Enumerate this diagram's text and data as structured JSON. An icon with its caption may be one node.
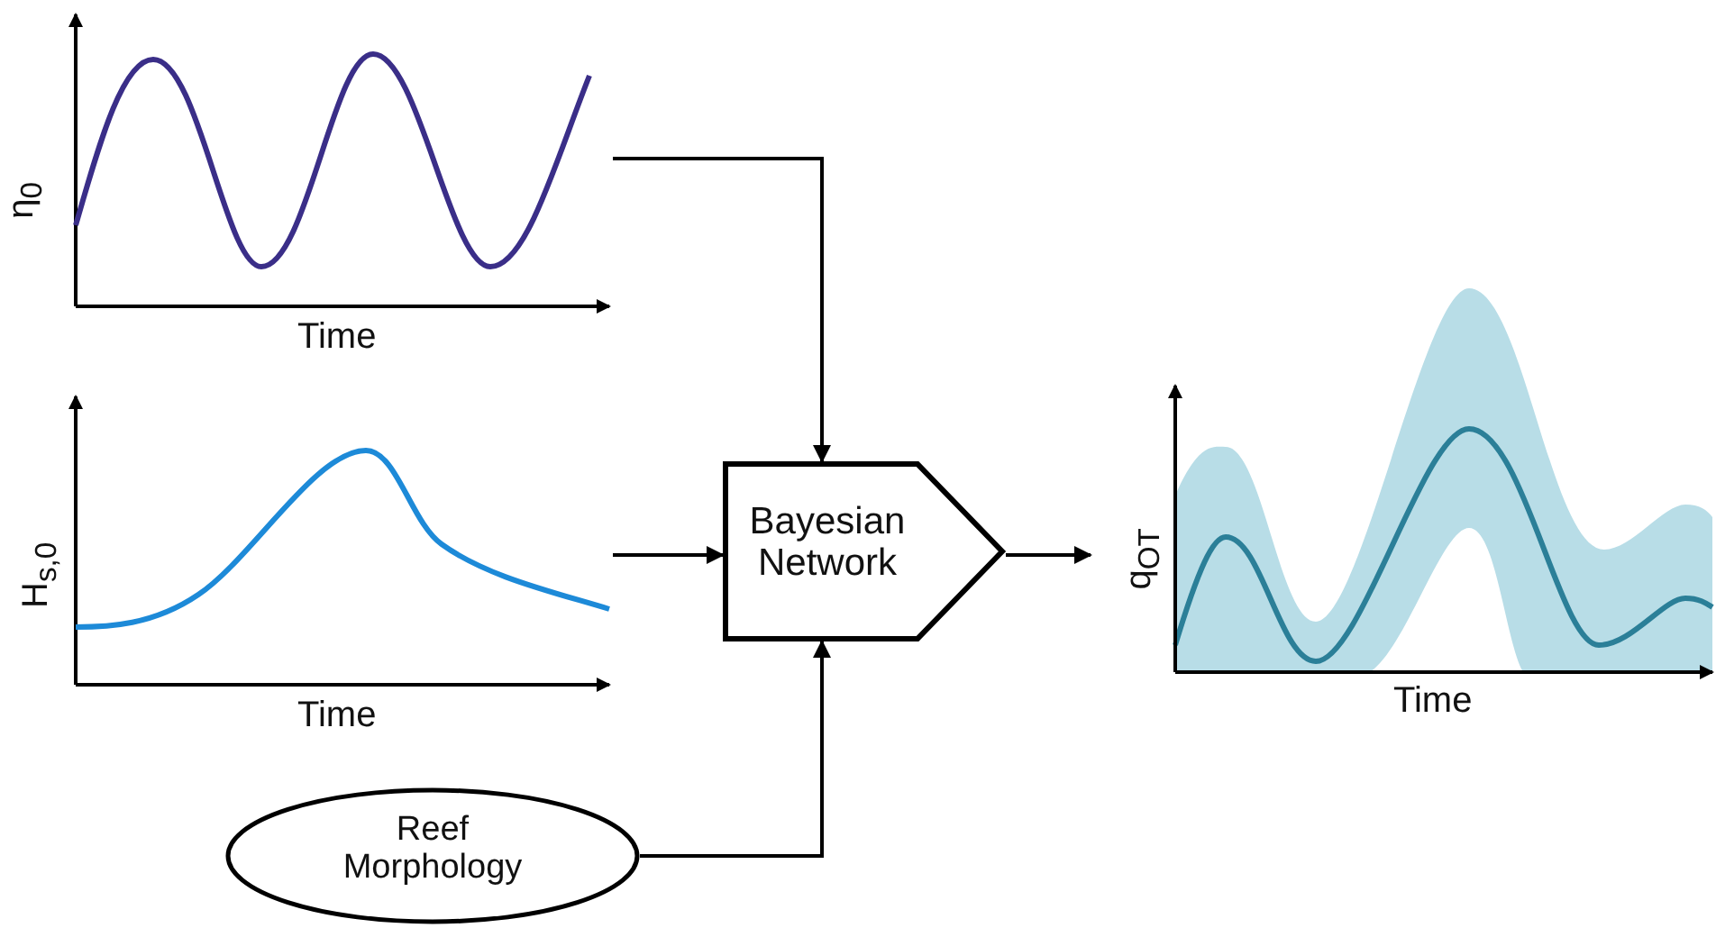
{
  "diagram": {
    "nodes": [
      {
        "text": [
          "η$_{0}$",
          "Time"
        ]
      },
      {
        "text": [
          "H$_{s,0}$",
          "Time"
        ]
      },
      {
        "text": [
          "Bayesian Network"
        ]
      },
      {
        "text": [
          "Reef Morphology"
        ]
      },
      {
        "text": [
          "q$_{OT}$",
          "Time"
        ]
      }
    ],
    "edges": [
      {
        "from": 0,
        "to": 2,
        "arrow": "to"
      },
      {
        "from": 1,
        "to": 2,
        "arrow": "to"
      },
      {
        "from": 3,
        "to": 2,
        "arrow": "to"
      },
      {
        "from": 2,
        "to": 4,
        "arrow": "to"
      }
    ]
  }
}
